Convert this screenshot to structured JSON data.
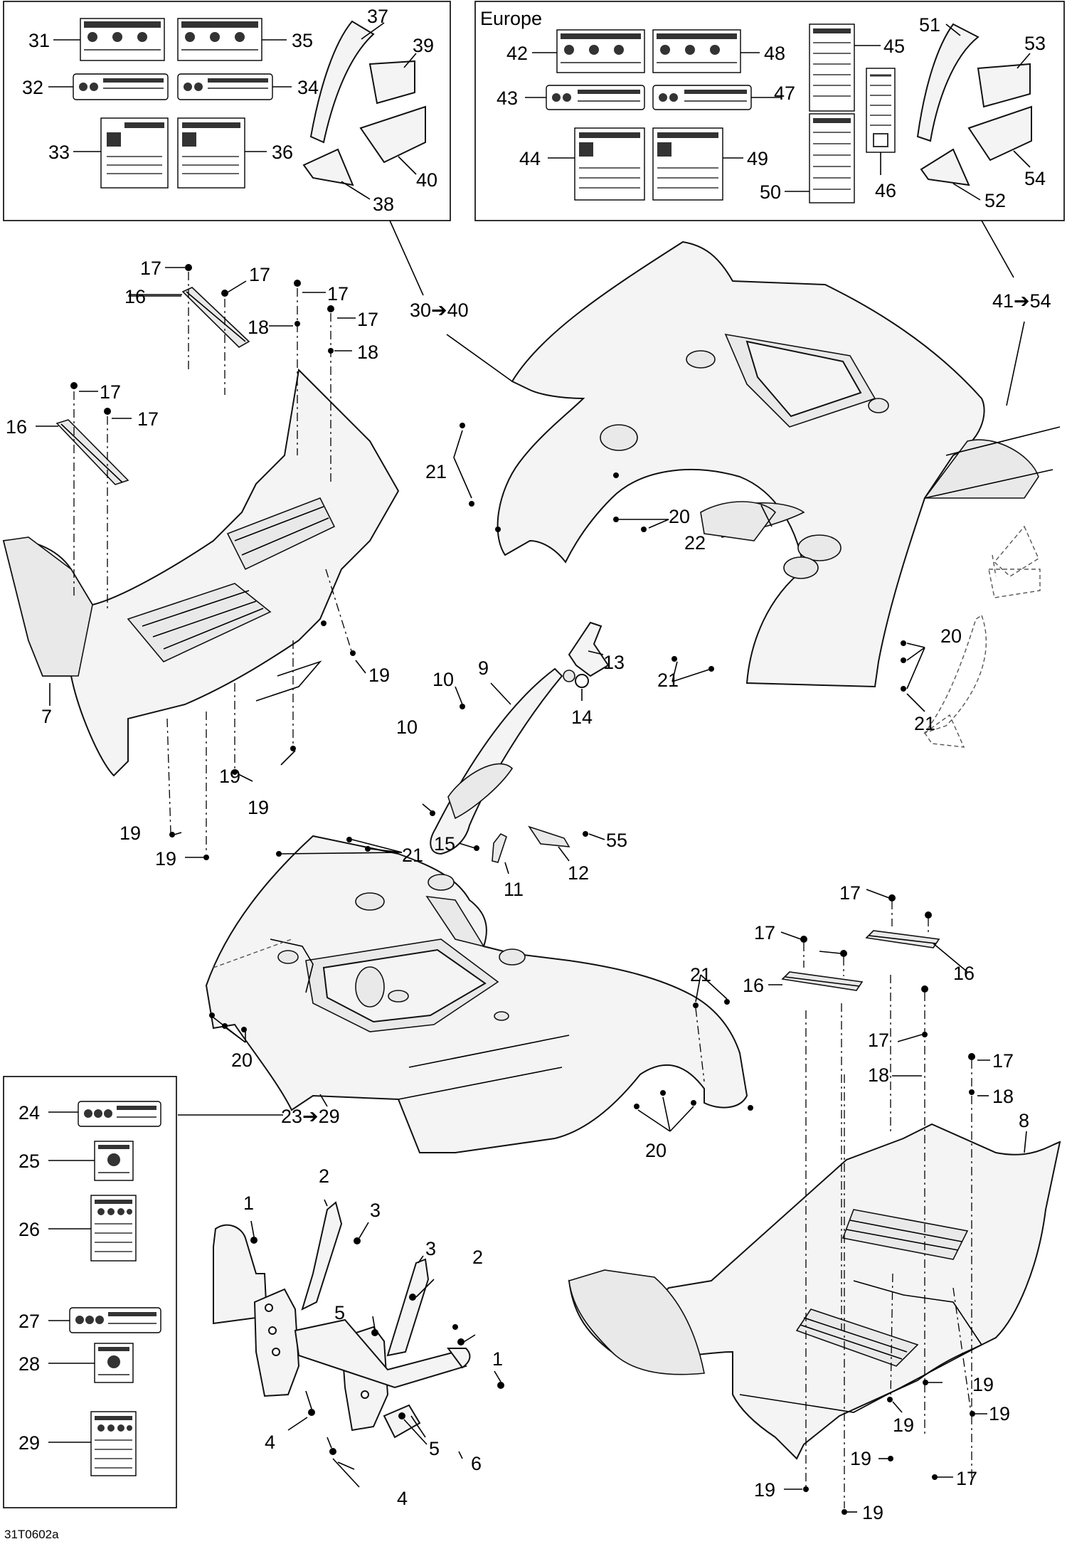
{
  "diagram": {
    "drawing_code": "31T0602a",
    "europe_heading": "Europe",
    "group_refs": [
      {
        "label": "30➔40"
      },
      {
        "label": "41➔54"
      },
      {
        "label": "23➔29"
      }
    ],
    "callouts": {
      "c1a": "1",
      "c1b": "1",
      "c2a": "2",
      "c2b": "2",
      "c3a": "3",
      "c3b": "3",
      "c4a": "4",
      "c4b": "4",
      "c5a": "5",
      "c5b": "5",
      "c6": "6",
      "c7": "7",
      "c8": "8",
      "c9": "9",
      "c10a": "10",
      "c10b": "10",
      "c11": "11",
      "c12": "12",
      "c13": "13",
      "c14": "14",
      "c15": "15",
      "c16a": "16",
      "c16b": "16",
      "c16c": "16",
      "c16d": "16",
      "c17a": "17",
      "c17b": "17",
      "c17c": "17",
      "c17d": "17",
      "c17e": "17",
      "c17f": "17",
      "c17g": "17",
      "c17h": "17",
      "c17i": "17",
      "c17j": "17",
      "c17k": "17",
      "c18a": "18",
      "c18b": "18",
      "c18c": "18",
      "c18d": "18",
      "c19a": "19",
      "c19b": "19",
      "c19c": "19",
      "c19d": "19",
      "c19e": "19",
      "c19f": "19",
      "c19g": "19",
      "c19h": "19",
      "c19i": "19",
      "c19j": "19",
      "c20a": "20",
      "c20b": "20",
      "c20c": "20",
      "c20d": "20",
      "c21a": "21",
      "c21b": "21",
      "c21c": "21",
      "c21d": "21",
      "c21e": "21",
      "c22": "22",
      "c24": "24",
      "c25": "25",
      "c26": "26",
      "c27": "27",
      "c28": "28",
      "c29": "29",
      "c31": "31",
      "c32": "32",
      "c33": "33",
      "c34": "34",
      "c35": "35",
      "c36": "36",
      "c37": "37",
      "c38": "38",
      "c39": "39",
      "c40": "40",
      "c42": "42",
      "c43": "43",
      "c44": "44",
      "c45": "45",
      "c46": "46",
      "c47": "47",
      "c48": "48",
      "c49": "49",
      "c50": "50",
      "c51": "51",
      "c52": "52",
      "c53": "53",
      "c54": "54",
      "c55": "55"
    }
  }
}
